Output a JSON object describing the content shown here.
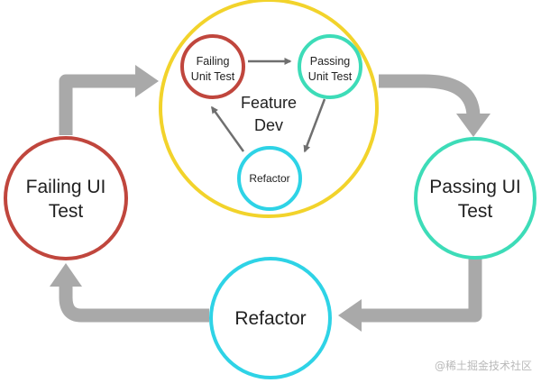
{
  "colors": {
    "failing": "#c0463d",
    "passing": "#3ddcb8",
    "refactor": "#2ed3e6",
    "feature": "#f2d32b",
    "arrow_outer": "#a9a9a9",
    "arrow_inner": "#6f6f6f"
  },
  "outer_cycle": {
    "failing_ui_test": {
      "line1": "Failing UI",
      "line2": "Test"
    },
    "passing_ui_test": {
      "line1": "Passing UI",
      "line2": "Test"
    },
    "refactor": {
      "label": "Refactor"
    }
  },
  "feature_dev": {
    "line1": "Feature",
    "line2": "Dev",
    "failing_unit_test": {
      "line1": "Failing",
      "line2": "Unit Test"
    },
    "passing_unit_test": {
      "line1": "Passing",
      "line2": "Unit Test"
    },
    "refactor": {
      "label": "Refactor"
    }
  },
  "watermark": "@稀土掘金技术社区"
}
